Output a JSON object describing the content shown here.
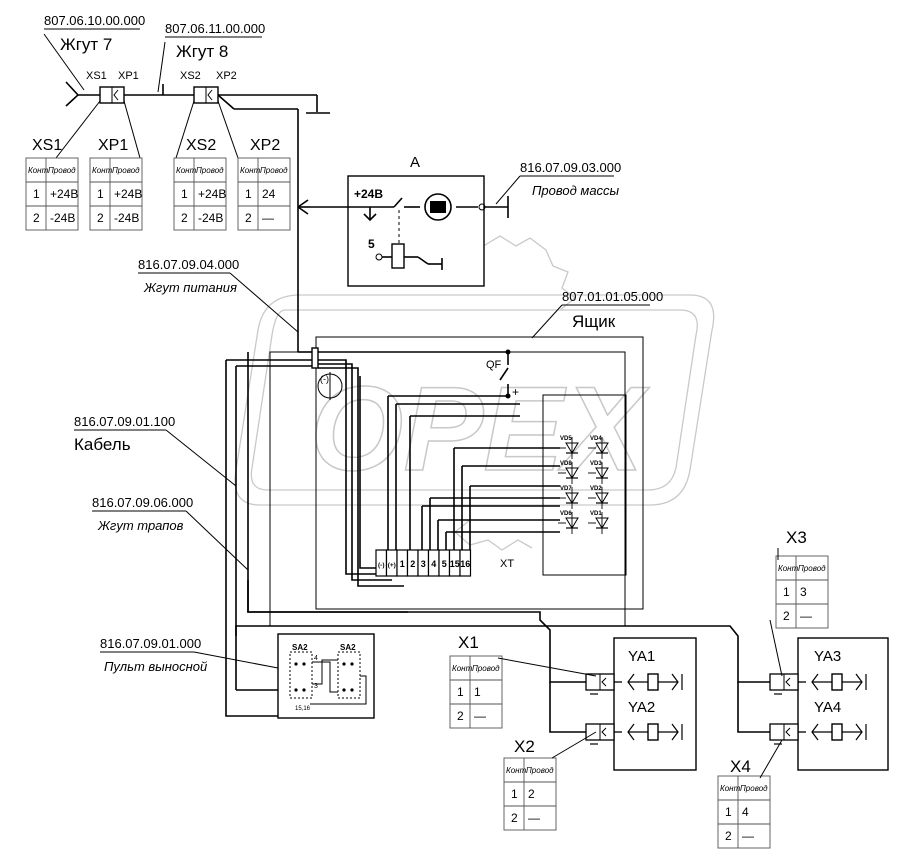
{
  "labels": {
    "code_zhgut7": "807.06.10.00.000",
    "name_zhgut7": "Жгут 7",
    "code_zhgut8": "807.06.11.00.000",
    "name_zhgut8": "Жгут 8",
    "xs1": "XS1",
    "xp1": "XP1",
    "xs2": "XS2",
    "xp2": "XP2",
    "block_a": "A",
    "code_massy": "816.07.09.03.000",
    "name_massy": "Провод массы",
    "code_pitaniya": "816.07.09.04.000",
    "name_pitaniya": "Жгут питания",
    "code_yashchik": "807.01.01.05.000",
    "name_yashchik": "Ящик",
    "code_kabel": "816.07.09.01.100",
    "name_kabel": "Кабель",
    "code_trapov": "816.07.09.06.000",
    "name_trapov": "Жгут трапов",
    "code_pult": "816.07.09.01.000",
    "name_pult": "Пульт выносной",
    "plus24": "+24В",
    "five": "5",
    "qf": "QF",
    "minus_sign": "(-)",
    "plus_sign": "+",
    "xt": "XT",
    "sa2_left": "SA2",
    "sa2_right": "SA2",
    "sa2_code": "15,16",
    "sa2_pin4": "4",
    "sa2_pin3": "3",
    "ya1": "YA1",
    "ya2": "YA2",
    "ya3": "YA3",
    "ya4": "YA4",
    "x1": "X1",
    "x2": "X2",
    "x3": "X3",
    "x4": "X4"
  },
  "terminal_block": [
    "(-)",
    "(+)",
    "1",
    "2",
    "3",
    "4",
    "5",
    "15",
    "16"
  ],
  "diodes": [
    "VD5",
    "VD4",
    "VD8",
    "VD3",
    "VD7",
    "VD2",
    "VD6",
    "VD1"
  ],
  "tables": {
    "head_kont": "Конт",
    "head_provod": "Провод",
    "xs1": [
      [
        "1",
        "+24В"
      ],
      [
        "2",
        "-24В"
      ]
    ],
    "xp1": [
      [
        "1",
        "+24В"
      ],
      [
        "2",
        "-24В"
      ]
    ],
    "xs2": [
      [
        "1",
        "+24В"
      ],
      [
        "2",
        "-24В"
      ]
    ],
    "xp2": [
      [
        "1",
        "24"
      ],
      [
        "2",
        "—"
      ]
    ],
    "x1": [
      [
        "1",
        "1"
      ],
      [
        "2",
        "—"
      ]
    ],
    "x2": [
      [
        "1",
        "2"
      ],
      [
        "2",
        "—"
      ]
    ],
    "x3": [
      [
        "1",
        "3"
      ],
      [
        "2",
        "—"
      ]
    ],
    "x4": [
      [
        "1",
        "4"
      ],
      [
        "2",
        "—"
      ]
    ]
  },
  "watermark": "OPEX"
}
